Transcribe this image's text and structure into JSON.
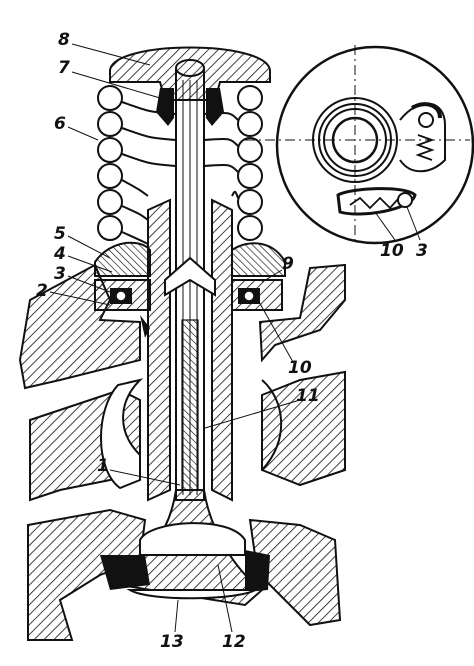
{
  "figure": {
    "ink_color": "#111111",
    "paper_color": "#ffffff",
    "labels": [
      "8",
      "7",
      "6",
      "5",
      "4",
      "3",
      "2",
      "9",
      "10",
      "11",
      "1",
      "13",
      "12"
    ],
    "inset_labels": [
      "10",
      "3"
    ]
  }
}
